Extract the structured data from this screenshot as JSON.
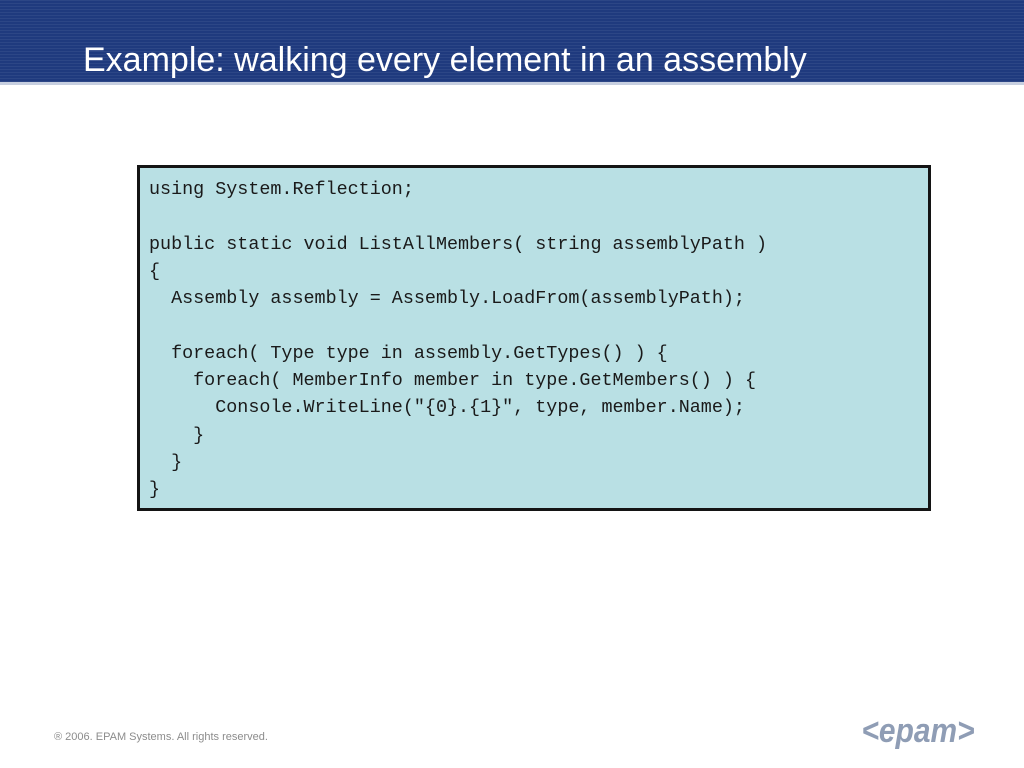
{
  "slide": {
    "title": "Example: walking every element in an assembly"
  },
  "code": {
    "lines": [
      "using System.Reflection;",
      "",
      "public static void ListAllMembers( string assemblyPath )",
      "{",
      "  Assembly assembly = Assembly.LoadFrom(assemblyPath);",
      "",
      "  foreach( Type type in assembly.GetTypes() ) {",
      "    foreach( MemberInfo member in type.GetMembers() ) {",
      "      Console.WriteLine(\"{0}.{1}\", type, member.Name);",
      "    }",
      "  }",
      "}"
    ]
  },
  "footer": {
    "copyright": "® 2006. EPAM Systems. All rights reserved.",
    "logo_text": "<epam>"
  },
  "colors": {
    "header_band": "#1f3a7e",
    "code_background": "#b9e0e4",
    "code_border": "#141414",
    "logo": "#8f9db5"
  }
}
